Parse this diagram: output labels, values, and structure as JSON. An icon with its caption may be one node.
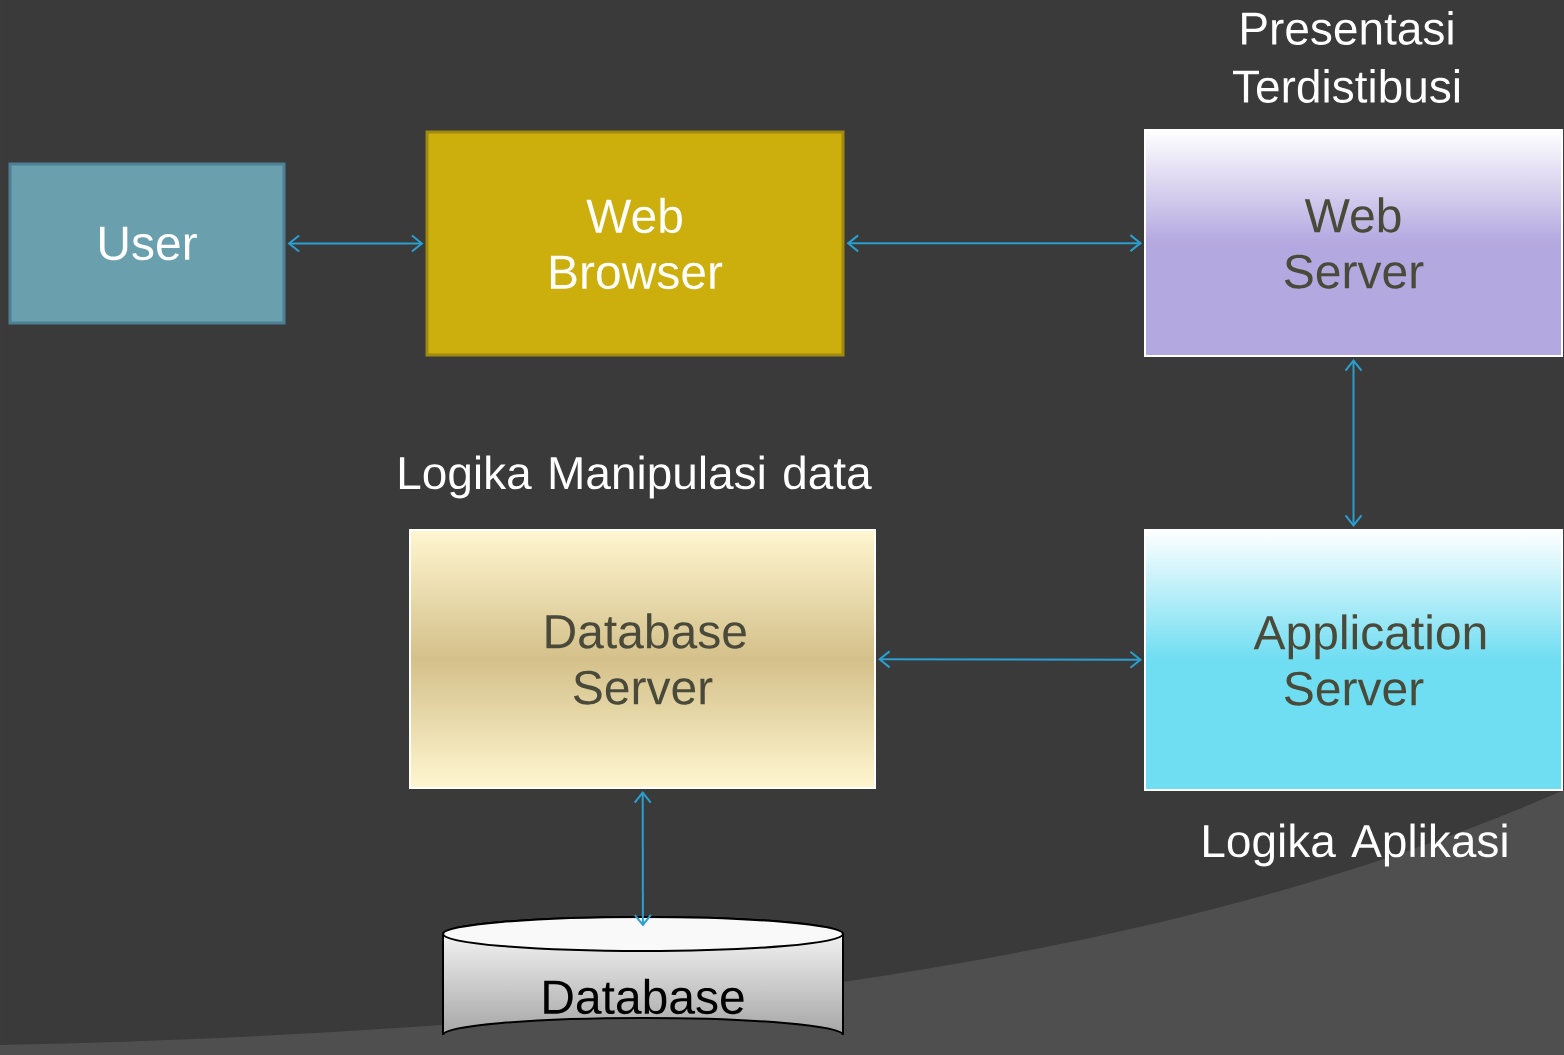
{
  "diagram": {
    "nodes": [
      {
        "text": [
          "User"
        ]
      },
      {
        "text": [
          "Web Browser"
        ]
      },
      {
        "text": [
          "Web Server"
        ],
        "beside": [
          "Presentasi Terdistibusi"
        ]
      },
      {
        "text": [
          "Application Server"
        ],
        "beside": [
          "Logika Aplikasi"
        ]
      },
      {
        "text": [
          "Database Server"
        ],
        "beside": [
          "Logika Manipulasi data"
        ]
      },
      {
        "text": [
          "Database"
        ]
      }
    ],
    "edges": [
      {
        "from": 0,
        "to": 1,
        "arrow": "both"
      },
      {
        "from": 1,
        "to": 2,
        "arrow": "both"
      },
      {
        "from": 2,
        "to": 3,
        "arrow": "both"
      },
      {
        "from": 4,
        "to": 3,
        "arrow": "both"
      },
      {
        "from": 4,
        "to": 5,
        "arrow": "both"
      }
    ]
  }
}
